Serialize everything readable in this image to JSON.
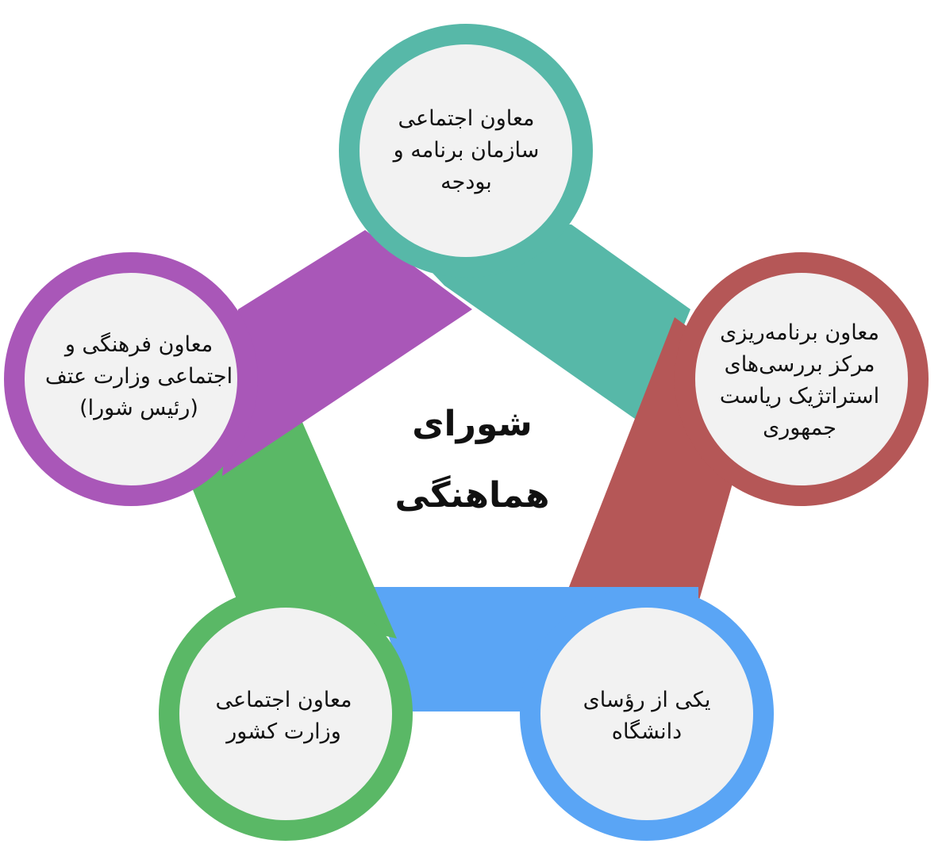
{
  "center_title": [
    "شورای",
    "هماهنگی"
  ],
  "members": [
    {
      "id": "top",
      "lines": [
        "معاون اجتماعی",
        "سازمان برنامه و",
        "بودجه"
      ],
      "color": "#57b8a8"
    },
    {
      "id": "right",
      "lines": [
        "معاون برنامه‌ریزی",
        "مرکز بررسی‌های",
        "استراتژیک ریاست",
        "جمهوری"
      ],
      "color": "#b55757"
    },
    {
      "id": "bottom-right",
      "lines": [
        "یکی از رؤسای",
        "دانشگاه"
      ],
      "color": "#5aa5f5"
    },
    {
      "id": "bottom-left",
      "lines": [
        "معاون اجتماعی",
        "وزارت کشور"
      ],
      "color": "#5ab866"
    },
    {
      "id": "left",
      "lines": [
        "معاون فرهنگی و",
        "اجتماعی وزارت عتف",
        "(رئیس شورا)"
      ],
      "color": "#a957b8"
    }
  ],
  "inner_fill": "#f2f2f2"
}
